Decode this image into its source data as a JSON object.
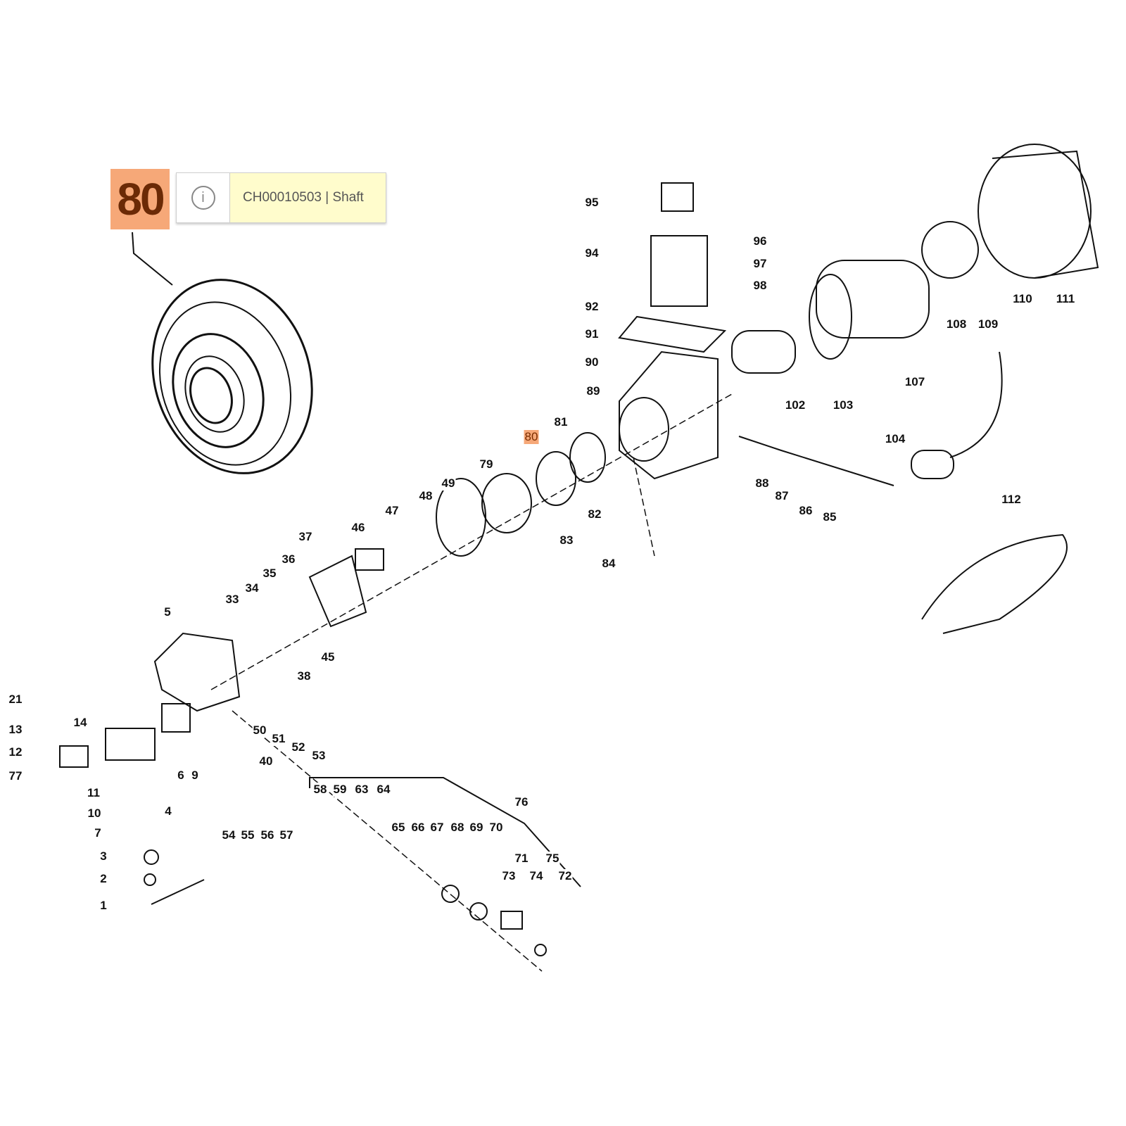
{
  "highlight": {
    "part_number": "80",
    "tooltip_text": "CH00010503 | Shaft",
    "tooltip_icon": "info-icon",
    "color": "#f6a878"
  },
  "labels": [
    "95",
    "94",
    "96",
    "97",
    "98",
    "92",
    "91",
    "90",
    "89",
    "81",
    "80",
    "79",
    "49",
    "48",
    "47",
    "46",
    "37",
    "36",
    "35",
    "34",
    "33",
    "5",
    "45",
    "38",
    "21",
    "14",
    "13",
    "12",
    "77",
    "11",
    "10",
    "7",
    "4",
    "6",
    "9",
    "50",
    "51",
    "52",
    "53",
    "40",
    "3",
    "2",
    "1",
    "54",
    "55",
    "56",
    "57",
    "58",
    "59",
    "63",
    "64",
    "76",
    "65",
    "66",
    "67",
    "68",
    "69",
    "70",
    "71",
    "75",
    "73",
    "74",
    "72",
    "82",
    "83",
    "84",
    "88",
    "87",
    "86",
    "85",
    "104",
    "102",
    "103",
    "107",
    "108",
    "109",
    "110",
    "111",
    "112"
  ]
}
